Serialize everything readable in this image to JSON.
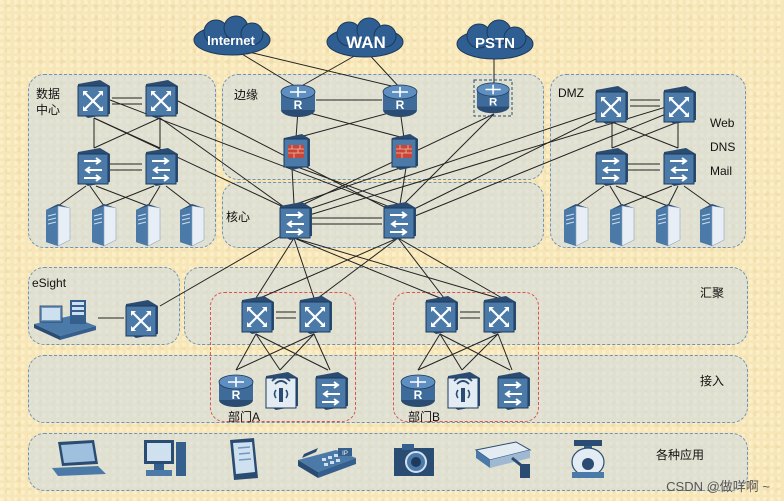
{
  "clouds": {
    "internet": "Internet",
    "wan": "WAN",
    "pstn": "PSTN"
  },
  "zones": {
    "datacenter": "数据\n中心",
    "edge": "边缘",
    "dmz": "DMZ",
    "core": "核心",
    "esight": "eSight",
    "aggregation": "汇聚",
    "access": "接入",
    "apps": "各种应用"
  },
  "dmz_services": [
    "Web",
    "DNS",
    "Mail"
  ],
  "departments": {
    "a": "部门A",
    "b": "部门B"
  },
  "watermark": "CSDN @做咩啊 ~",
  "colors": {
    "device": "#3f6b9a",
    "device_dark": "#2a4c72",
    "zone_border": "#6f93b6",
    "dept_border": "#d9534f",
    "link": "#222222"
  }
}
